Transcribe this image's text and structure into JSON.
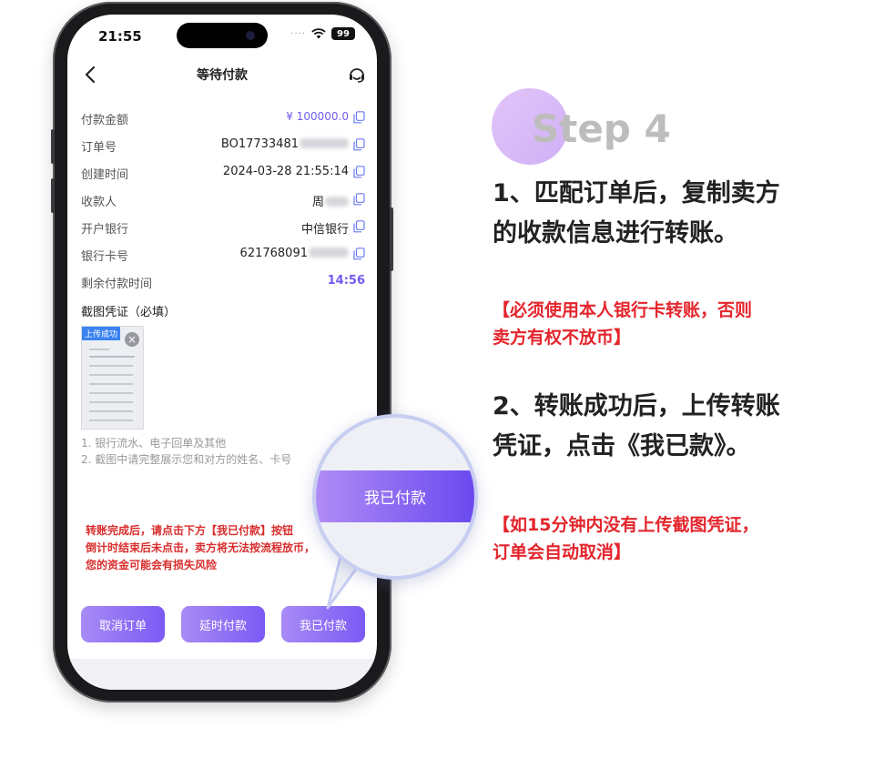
{
  "status_bar": {
    "time": "21:55",
    "battery": "99"
  },
  "nav": {
    "title": "等待付款"
  },
  "order_info": [
    {
      "label": "付款金额",
      "value": "¥ 100000.0"
    },
    {
      "label": "订单号",
      "value": "BO17733481"
    },
    {
      "label": "创建时间",
      "value": "2024-03-28 21:55:14"
    },
    {
      "label": "收款人",
      "value": "周"
    },
    {
      "label": "开户银行",
      "value": "中信银行"
    },
    {
      "label": "银行卡号",
      "value": "621768091"
    },
    {
      "label": "剩余付款时间",
      "value": "14:56"
    }
  ],
  "voucher": {
    "title": "截图凭证（必填）",
    "upload_tag": "上传成功",
    "notes": [
      "1. 银行流水、电子回单及其他",
      "2. 截图中请完整展示您和对方的姓名、卡号"
    ]
  },
  "warning_lines": [
    "转账完成后，请点击下方【我已付款】按钮",
    "倒计时结束后未点击，卖方将无法按流程放币，",
    "您的资金可能会有损失风险"
  ],
  "buttons": {
    "cancel": "取消订单",
    "extend": "延时付款",
    "paid": "我已付款"
  },
  "magnifier": {
    "button_label": "我已付款"
  },
  "instructions": {
    "step": "Step 4",
    "text1_lines": [
      "1、匹配订单后，复制卖方",
      "的收款信息进行转账。"
    ],
    "red1_lines": [
      "【必须使用本人银行卡转账，否则",
      "卖方有权不放币】"
    ],
    "text2_lines": [
      "2、转账成功后，上传转账",
      "凭证，点击《我已款》。"
    ],
    "red2_lines": [
      "【如15分钟内没有上传截图凭证，",
      "订单会自动取消】"
    ]
  },
  "colors": {
    "accent": "#7a5af5",
    "warning": "#d92d2d",
    "step_circle": "#d9bbf8"
  }
}
